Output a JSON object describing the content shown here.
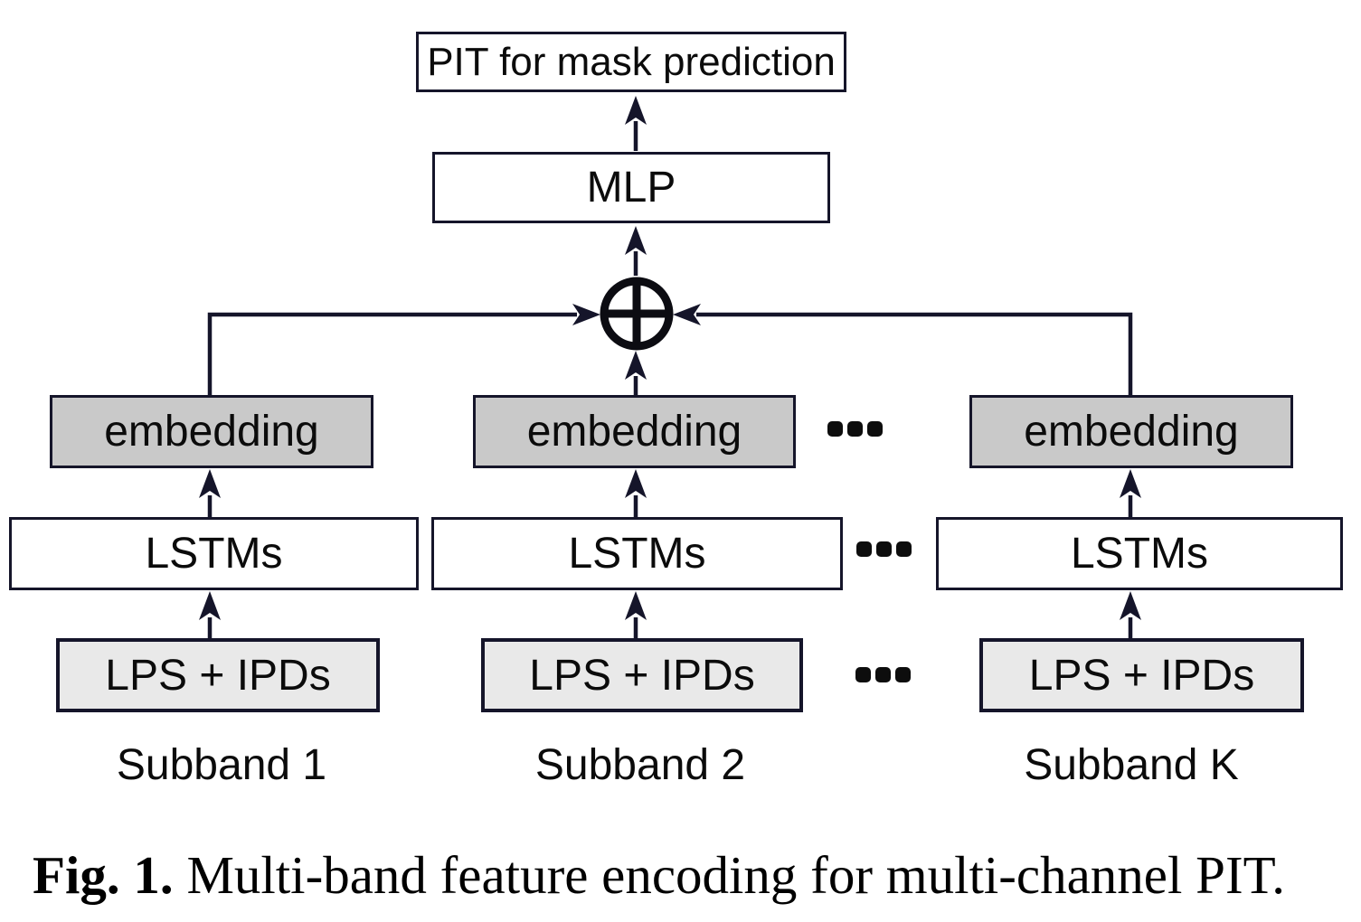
{
  "figure": {
    "top_box": {
      "label": "PIT for mask prediction"
    },
    "mlp_box": {
      "label": "MLP"
    },
    "columns": [
      {
        "embedding_label": "embedding",
        "lstm_label": "LSTMs",
        "input_label": "LPS + IPDs",
        "subband_label": "Subband 1"
      },
      {
        "embedding_label": "embedding",
        "lstm_label": "LSTMs",
        "input_label": "LPS + IPDs",
        "subband_label": "Subband 2"
      },
      {
        "embedding_label": "embedding",
        "lstm_label": "LSTMs",
        "input_label": "LPS + IPDs",
        "subband_label": "Subband K"
      }
    ],
    "caption": {
      "bold": "Fig. 1.",
      "rest": " Multi-band feature encoding for multi-channel PIT."
    },
    "icons": {
      "sum_node": "circle-plus",
      "connectors": "up-arrow",
      "ellipsis": "three-square-dots"
    },
    "colors": {
      "line": "#15152a",
      "sum_symbol": "#0c0c12",
      "embedding_fill": "#c9c9c9",
      "input_fill": "#e9e9e9",
      "box_fill": "#ffffff",
      "background": "#ffffff"
    }
  }
}
